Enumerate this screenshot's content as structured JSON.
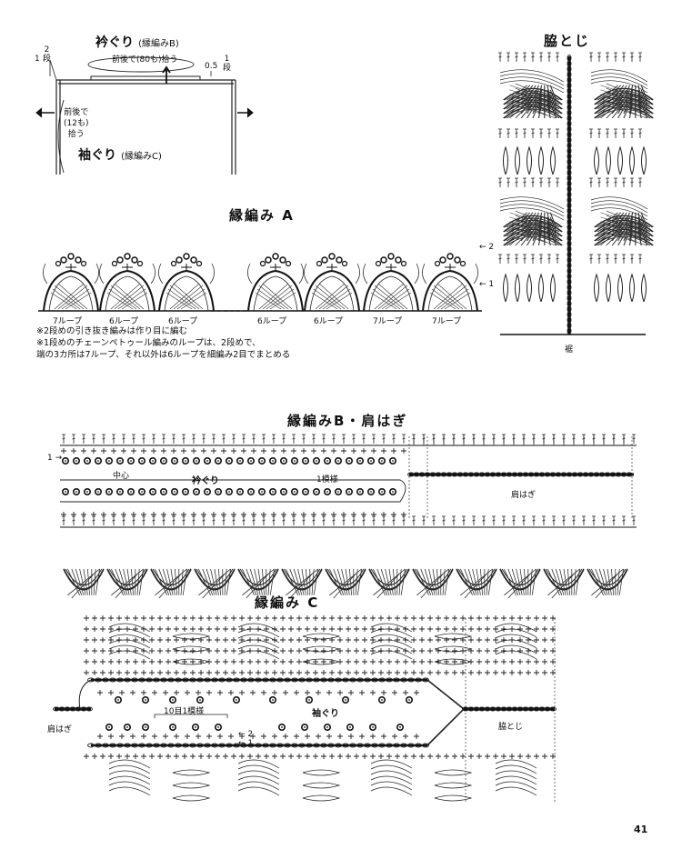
{
  "schematic": {
    "neck_title": "衿ぐり",
    "neck_pattern": "(縁編みB)",
    "neck_pickup": "前後で(80も)拾う",
    "rows_2": "2",
    "rows_2_unit": "段",
    "rows_2_prefix": "1",
    "rows_1": "1",
    "rows_1_unit": "段",
    "rows_1_prefix": "0.5",
    "arm_pickup_1": "前後で",
    "arm_pickup_2": "(12も)",
    "arm_pickup_3": "拾う",
    "arm_title": "袖ぐり",
    "arm_pattern": "(縁編みC)"
  },
  "side": {
    "title": "脇とじ",
    "hem": "裾",
    "row_2": "2",
    "row_1": "1"
  },
  "patternA": {
    "title": "縁編み A",
    "loops": [
      "7ループ",
      "6ループ",
      "6ループ",
      "6ループ",
      "6ループ",
      "7ループ",
      "7ループ"
    ],
    "notes": [
      "※2段めの引き抜き編みは作り目に編む",
      "※1段めのチェーンペトゥール編みのループは、2段めで、",
      "端の3カ所は7ループ、それ以外は6ループを細編み2目でまとめる"
    ]
  },
  "patternB": {
    "title": "縁編みB・肩はぎ",
    "row_1": "1",
    "center": "中心",
    "neck": "衿ぐり",
    "repeat": "1模様",
    "shoulder": "肩はぎ"
  },
  "patternC": {
    "title": "縁編み C",
    "repeat": "10目1模様",
    "armhole": "袖ぐり",
    "shoulder": "肩はぎ",
    "side_seam": "脇とじ",
    "row_2": "2",
    "row_1": "1"
  },
  "page_number": "41"
}
